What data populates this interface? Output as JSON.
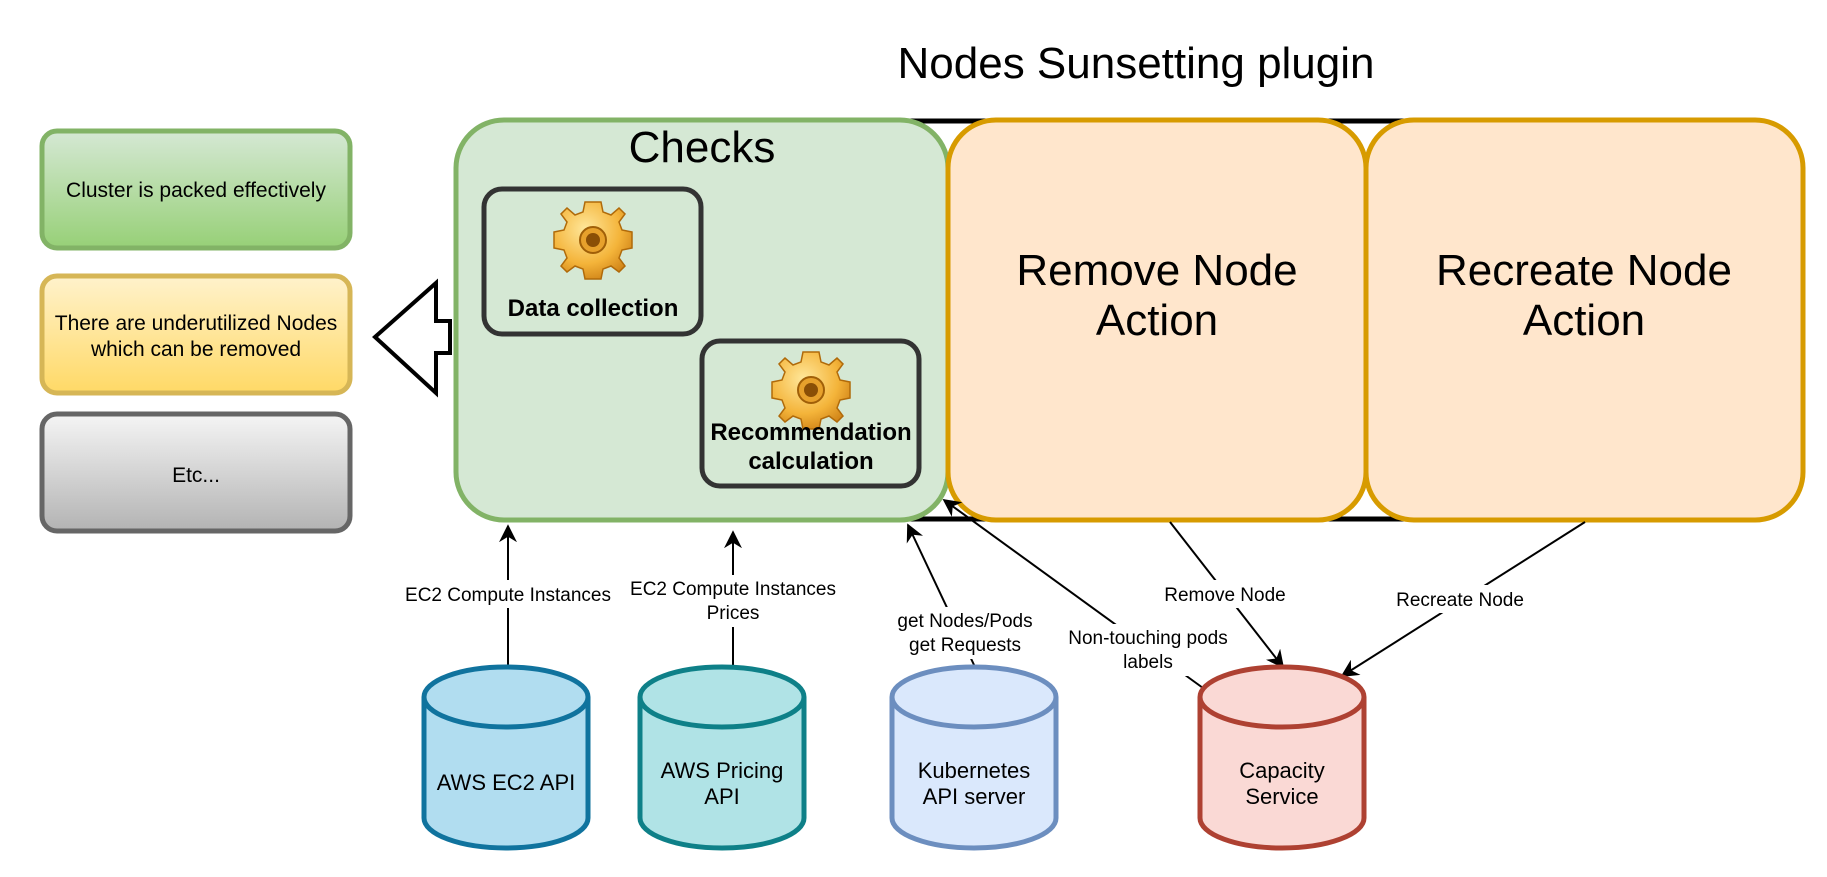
{
  "title": "Nodes Sunsetting plugin",
  "status_boxes": [
    {
      "lines": [
        "Cluster is packed effectively"
      ],
      "color": "#97d077"
    },
    {
      "lines": [
        "There are underutilized Nodes",
        "which can be removed"
      ],
      "color": "#ffe599"
    },
    {
      "lines": [
        "Etc..."
      ],
      "color": "#cccccc"
    }
  ],
  "checks": {
    "title": "Checks",
    "data_collection": {
      "lines": [
        "Data collection"
      ],
      "icon": "gear-icon"
    },
    "recommendation": {
      "lines": [
        "Recommendation",
        "calculation"
      ],
      "icon": "gear-icon"
    }
  },
  "actions": [
    {
      "lines": [
        "Remove Node",
        "Action"
      ]
    },
    {
      "lines": [
        "Recreate Node",
        "Action"
      ]
    }
  ],
  "databases": [
    {
      "lines": [
        "AWS EC2 API"
      ],
      "color": "#b1ddf0",
      "stroke": "#10739e"
    },
    {
      "lines": [
        "AWS Pricing",
        "API"
      ],
      "color": "#b0e3e6",
      "stroke": "#0e8088"
    },
    {
      "lines": [
        "Kubernetes",
        "API server"
      ],
      "color": "#dae8fc",
      "stroke": "#6c8ebf"
    },
    {
      "lines": [
        "Capacity",
        "Service"
      ],
      "color": "#fad9d5",
      "stroke": "#ae4132"
    }
  ],
  "edges": {
    "ec2": [
      "EC2 Compute Instances"
    ],
    "pricing": [
      "EC2 Compute Instances",
      "Prices"
    ],
    "k8s": [
      "get Nodes/Pods",
      "get Requests"
    ],
    "capacity": [
      "Non-touching pods",
      "labels"
    ],
    "remove": [
      "Remove Node"
    ],
    "recreate": [
      "Recreate Node"
    ]
  }
}
